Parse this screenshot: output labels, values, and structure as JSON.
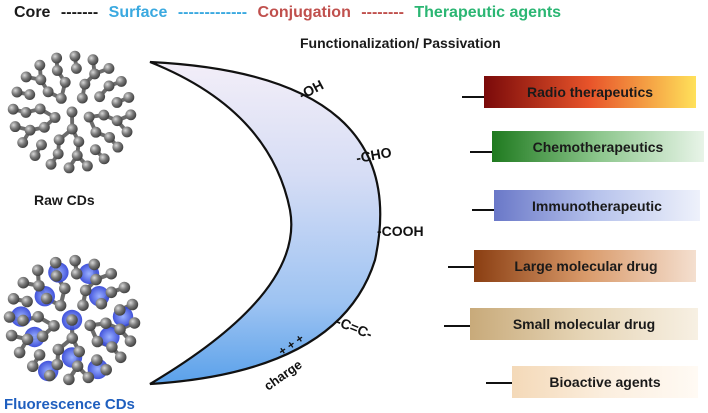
{
  "header": {
    "core": "Core",
    "dash1": "-------",
    "surface": "Surface",
    "dash2": "-------------",
    "conjugation": "Conjugation",
    "dash3": "--------",
    "therapeutic": "Therapeutic agents",
    "colors": {
      "core": "#1a1a1a",
      "surface": "#3aa9e0",
      "conjugation": "#c0504d",
      "therapeutic": "#2bb673"
    }
  },
  "subtitle": "Functionalization/ Passivation",
  "raw_label": "Raw CDs",
  "fluor_label": "Fluorescence CDs",
  "fluor_color": "#1f5fbf",
  "groups": {
    "oh": "-OH",
    "cho": "-CHO",
    "cooh": "-COOH",
    "cc": "-C=C-",
    "plus": "+ + +",
    "charge": "charge"
  },
  "agents": [
    {
      "label": "Radio therapeutics",
      "c1": "#7a0a0a",
      "c2": "#e8542a",
      "c3": "#ffe15a"
    },
    {
      "label": "Chemotherapeutics",
      "c1": "#1f7a1f",
      "c2": "#8cc68c",
      "c3": "#e8f4e8"
    },
    {
      "label": "Immunotherapeutic",
      "c1": "#6a78c8",
      "c2": "#b7c3ec",
      "c3": "#eef1fb"
    },
    {
      "label": "Large molecular drug",
      "c1": "#8a3e12",
      "c2": "#d99a6a",
      "c3": "#f4dfcf"
    },
    {
      "label": "Small molecular drug",
      "c1": "#c8aa7a",
      "c2": "#e6d5b6",
      "c3": "#f7f0e3"
    },
    {
      "label": "Bioactive agents",
      "c1": "#f4d9b8",
      "c2": "#fbeede",
      "c3": "#fffaf4"
    }
  ]
}
